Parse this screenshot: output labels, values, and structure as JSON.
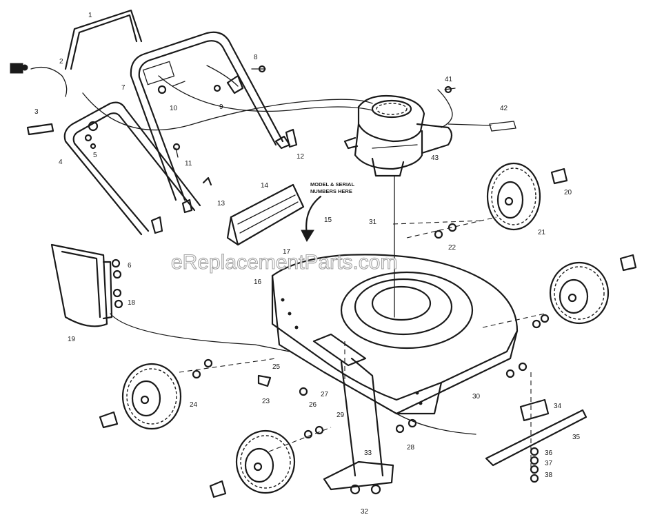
{
  "watermark": "eReplacementParts.com",
  "note_line1": "MODEL & SERIAL",
  "note_line2": "NUMBERS HERE",
  "callouts": [
    "1",
    "2",
    "3",
    "4",
    "5",
    "6",
    "7",
    "8",
    "9",
    "10",
    "11",
    "12",
    "13",
    "14",
    "15",
    "16",
    "17",
    "18",
    "19",
    "20",
    "21",
    "22",
    "23",
    "24",
    "25",
    "26",
    "27",
    "28",
    "29",
    "30",
    "31",
    "32",
    "33",
    "34",
    "35",
    "36",
    "37",
    "38",
    "41",
    "42",
    "43"
  ]
}
